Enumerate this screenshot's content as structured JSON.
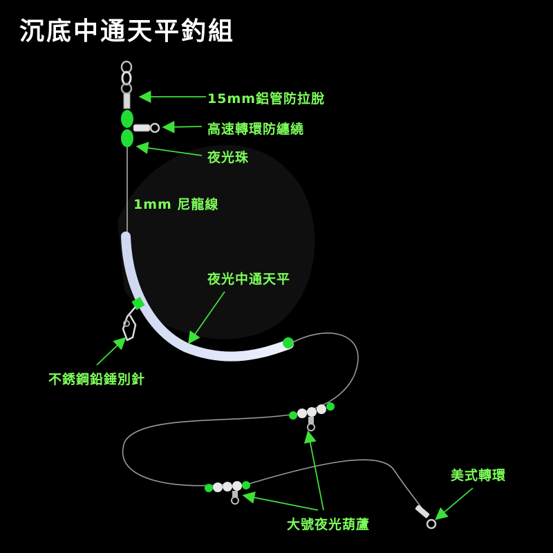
{
  "title": "沉底中通天平釣組",
  "labels": {
    "aluminum_tube": "15mm鋁管防拉脫",
    "swivel": "高速轉環防纏繞",
    "glow_bead": "夜光珠",
    "nylon_line": "1mm 尼龍線",
    "glow_balance": "夜光中通天平",
    "snap": "不銹鋼鉛錘別針",
    "american_swivel": "美式轉環",
    "gourd_bead": "大號夜光葫蘆"
  },
  "colors": {
    "label_green": "#7dff5a",
    "arrow_green": "#3fe03a",
    "glow_bead": "#22dd33",
    "background": "#000000"
  }
}
